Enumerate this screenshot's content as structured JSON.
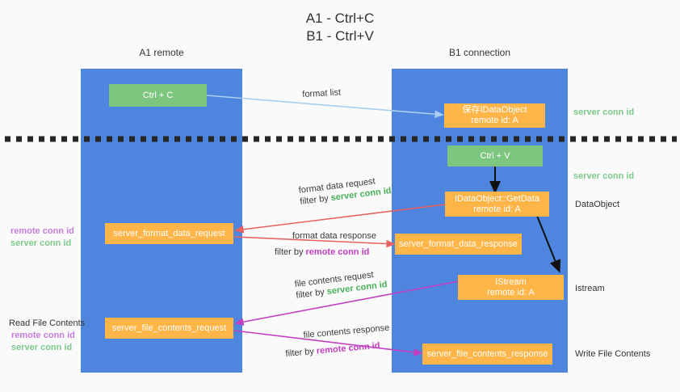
{
  "title": "A1 - Ctrl+C\nB1 - Ctrl+V",
  "colors": {
    "lane": "#4e85de",
    "green_node": "#7dc67f",
    "orange_node": "#ffb547",
    "server_conn": "#46b05a",
    "remote_conn": "#c23fc2",
    "background": "#fafafa",
    "divider": "#262626"
  },
  "lanes": [
    {
      "id": "a1",
      "title": "A1\nremote"
    },
    {
      "id": "b1",
      "title": "B1\nconnection"
    }
  ],
  "nodes": [
    {
      "id": "ctrl-c",
      "label": "Ctrl + C",
      "style": "green"
    },
    {
      "id": "save-idataobject",
      "label": "保存IDataObject\nremote id: A",
      "style": "orange"
    },
    {
      "id": "ctrl-v",
      "label": "Ctrl + V",
      "style": "green"
    },
    {
      "id": "idataobject-getdata",
      "label": "IDataObject::GetData\nremote id: A",
      "style": "orange"
    },
    {
      "id": "server-format-data-request",
      "label": "server_format_data_request",
      "style": "orange"
    },
    {
      "id": "server-format-data-response",
      "label": "server_format_data_response",
      "style": "orange"
    },
    {
      "id": "istream",
      "label": "IStream\nremote id: A",
      "style": "orange"
    },
    {
      "id": "server-file-contents-request",
      "label": "server_file_contents_request",
      "style": "orange"
    },
    {
      "id": "server-file-contents-response",
      "label": "server_file_contents_response",
      "style": "orange"
    }
  ],
  "edge_labels": {
    "format_list": "format list",
    "format_data_request": "format data request",
    "format_data_request_filter_prefix": "filter by ",
    "format_data_request_filter_value": "server conn id",
    "format_data_response": "format data response",
    "format_data_response_filter_prefix": "filter by ",
    "format_data_response_filter_value": "remote conn id",
    "file_contents_request": "file contents request",
    "file_contents_request_filter_prefix": "filter by ",
    "file_contents_request_filter_value": "server conn id",
    "file_contents_response": "file contents response",
    "file_contents_response_filter_prefix": "filter by ",
    "file_contents_response_filter_value": "remote conn id"
  },
  "right_notes": [
    {
      "id": "server-conn-id-top",
      "label": "server conn id",
      "style": "server"
    },
    {
      "id": "server-conn-id-mid",
      "label": "server conn id",
      "style": "server"
    },
    {
      "id": "dataobject",
      "label": "DataObject",
      "style": "plain"
    },
    {
      "id": "istream-note",
      "label": "Istream",
      "style": "plain"
    },
    {
      "id": "write-file-contents",
      "label": "Write File Contents",
      "style": "plain"
    }
  ],
  "left_notes": {
    "format_block": {
      "remote": "remote conn id",
      "server": "server conn id"
    },
    "file_block": {
      "heading": "Read File Contents",
      "remote": "remote conn id",
      "server": "server conn id"
    }
  }
}
